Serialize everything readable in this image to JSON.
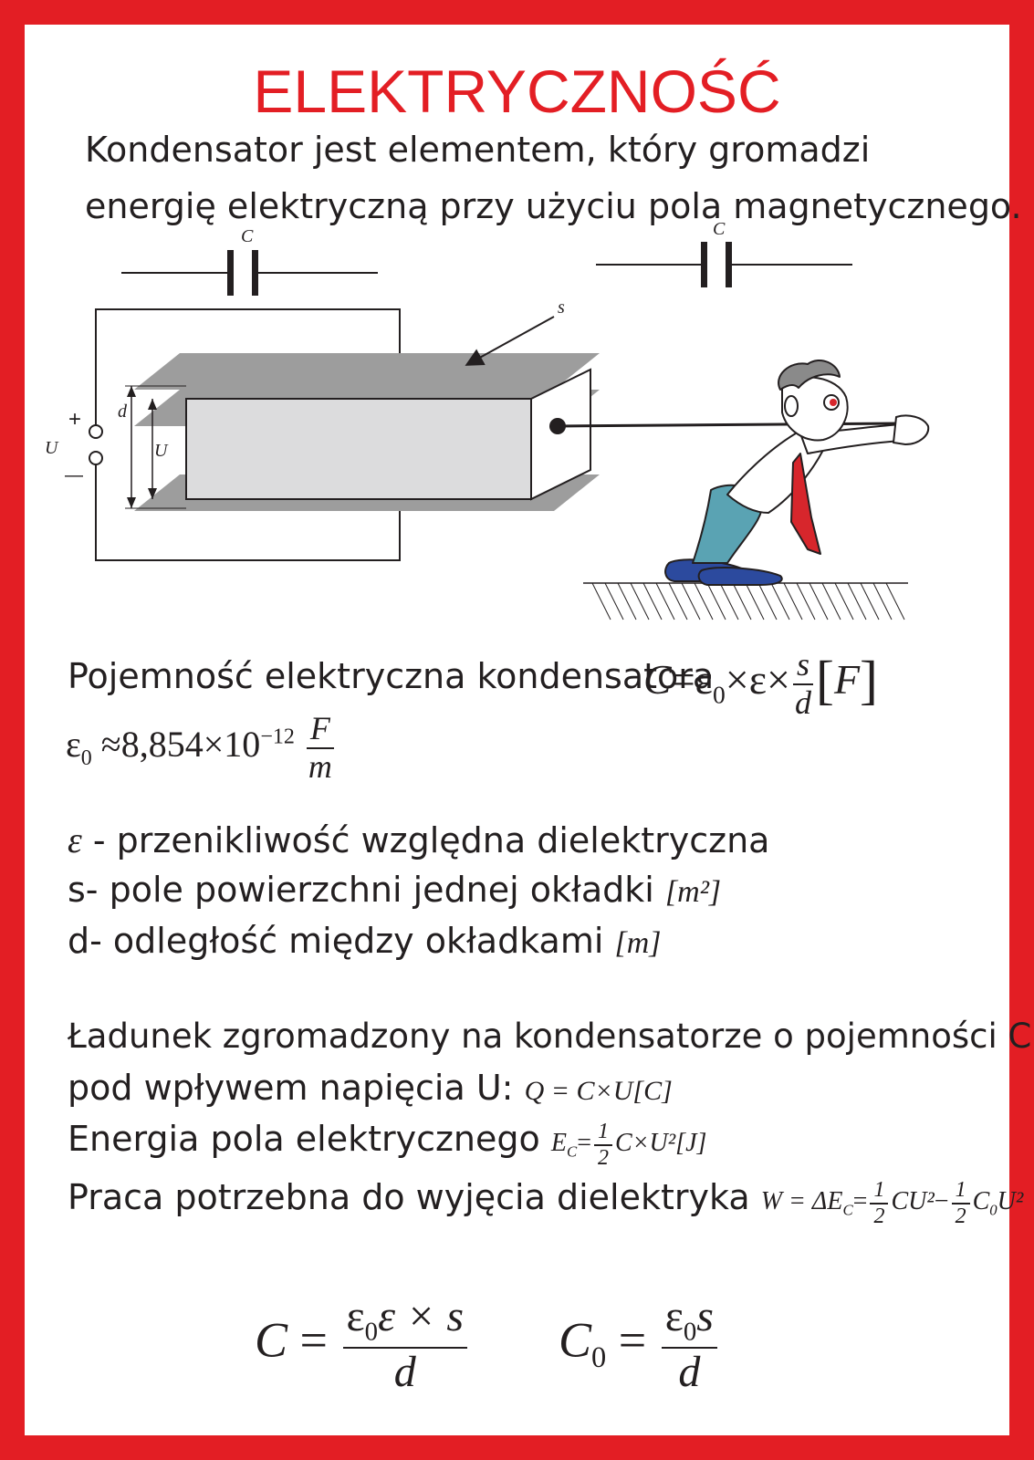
{
  "title": "ELEKTRYCZNOŚĆ",
  "intro": {
    "line1": "Kondensator jest elementem, który gromadzi",
    "line2": "energię elektryczną przy użyciu pola magnetycznego."
  },
  "diagram": {
    "label_c_left": "C",
    "label_c_right": "C",
    "label_s": "s",
    "label_d": "d",
    "label_u_outer": "U",
    "label_u_inner": "U",
    "label_plus": "+",
    "label_minus": "—"
  },
  "capacitance": {
    "label": "Pojemność elektryczna kondensatora",
    "f_C": "C",
    "f_eq": "=",
    "f_eps0": "ε",
    "f_eps0_sub": "0",
    "f_times1": "×",
    "f_eps": "ε",
    "f_times2": "×",
    "f_num": "s",
    "f_den": "d",
    "f_unit": "F"
  },
  "eps0": {
    "sym": "ε",
    "sub": "0",
    "approx": "≈",
    "value": "8,854×10",
    "exp": "−12",
    "num": "F",
    "den": "m"
  },
  "definitions": [
    {
      "symbol": "ε",
      "text": " - przenikliwość względna dielektryczna",
      "unit": ""
    },
    {
      "symbol": "",
      "text": "s- pole powierzchni jednej okładki",
      "unit": "m²"
    },
    {
      "symbol": "",
      "text": "d- odległość między okładkami",
      "unit": "m"
    }
  ],
  "charge": {
    "line1": "Ładunek zgromadzony na kondensatorze o pojemności C",
    "line2": "pod wpływem napięcia U:",
    "formula": "Q = C×U",
    "unit": "C"
  },
  "energy": {
    "label": "Energia pola elektrycznego",
    "lhs": "E",
    "lhs_sub": "C",
    "eq": "=",
    "num": "1",
    "den": "2",
    "rest": "C×U²",
    "unit": "J"
  },
  "work": {
    "label": "Praca potrzebna do wyjęcia dielektryka",
    "lhs": "W = ΔE",
    "lhs_sub": "C",
    "eq": "=",
    "num1": "1",
    "den1": "2",
    "term1": "CU²",
    "minus": "−",
    "num2": "1",
    "den2": "2",
    "term2": "C",
    "term2_sub": "0",
    "term2_rest": "U²"
  },
  "bottom": {
    "f1_lhs": "C",
    "f1_eq": "=",
    "f1_num": "ε",
    "f1_num_sub": "0",
    "f1_num_rest": "ε × s",
    "f1_den": "d",
    "f2_lhs": "C",
    "f2_lhs_sub": "0",
    "f2_eq": "=",
    "f2_num": "ε",
    "f2_num_sub": "0",
    "f2_num_rest": "s",
    "f2_den": "d"
  },
  "colors": {
    "frame": "#e31e24",
    "title": "#e31e24",
    "text": "#231f20",
    "plate": "#9d9d9d",
    "block": "#dcdcdd",
    "shirt": "#ffffff",
    "trousers": "#5aa3b3",
    "shoes": "#2c4a9e",
    "tie": "#d7262c"
  }
}
